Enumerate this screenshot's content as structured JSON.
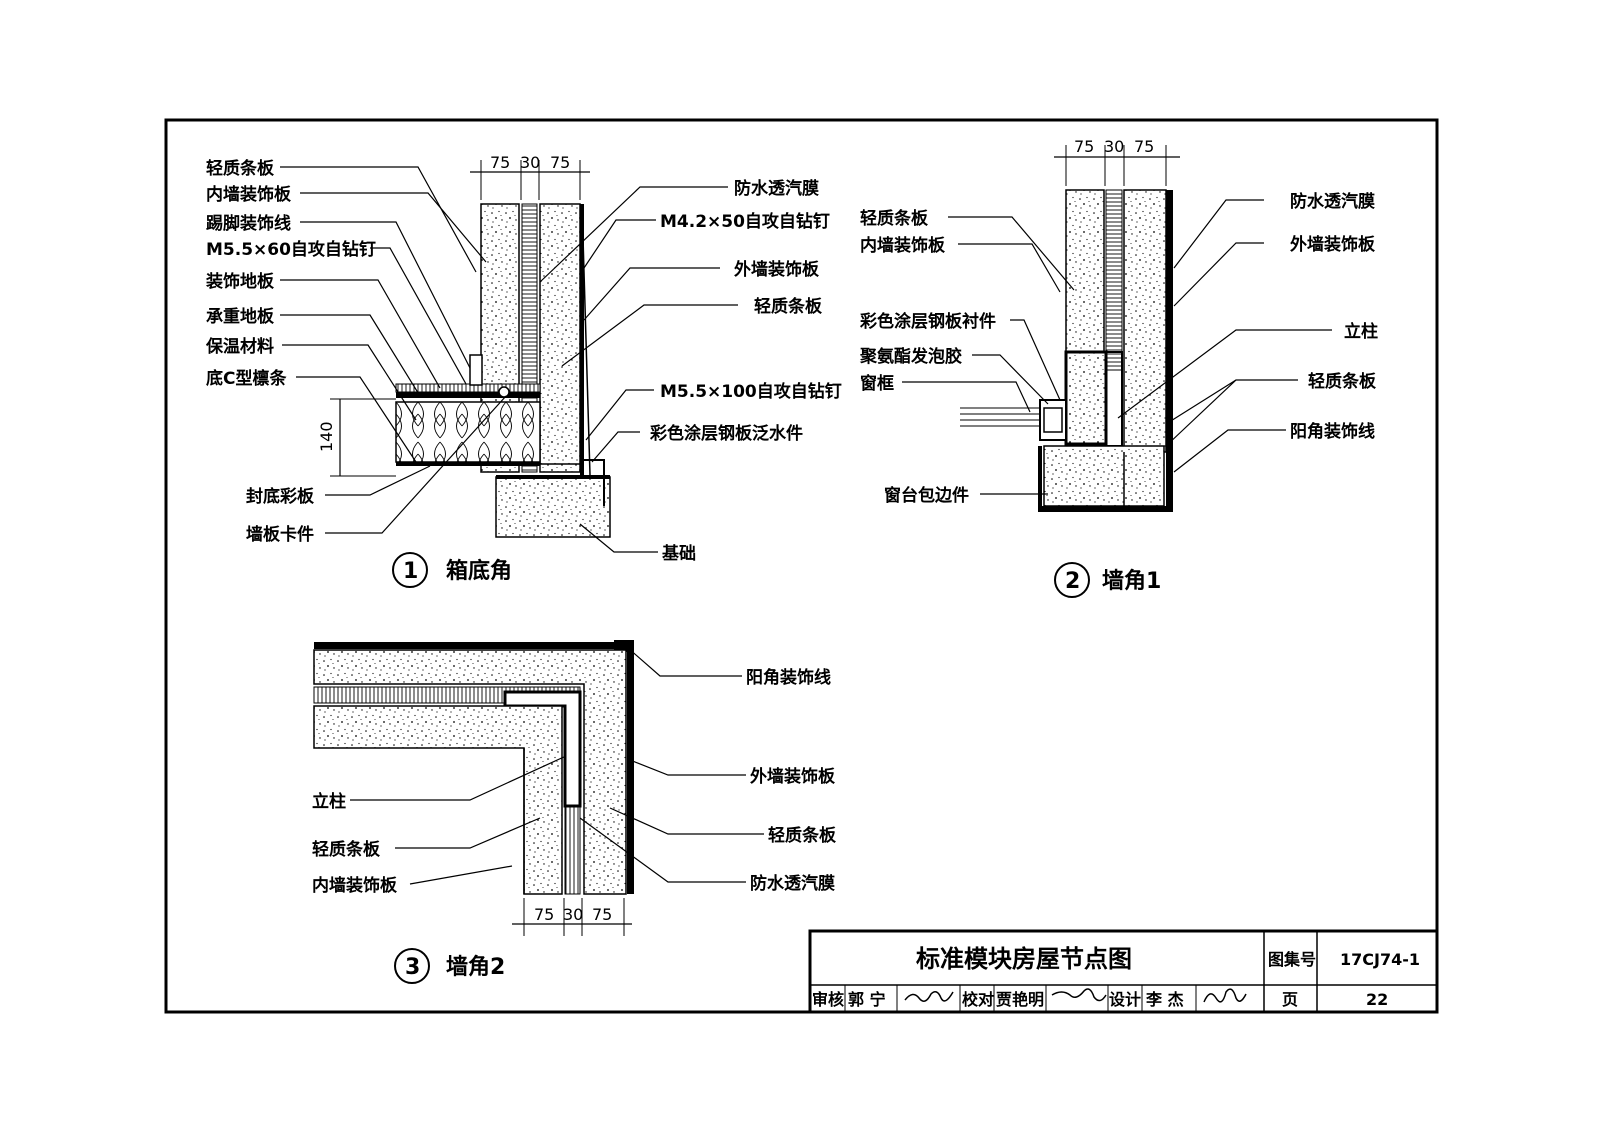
{
  "drawing_title": "标准模块房屋节点图",
  "atlas_label": "图集号",
  "atlas_no": "17CJ74-1",
  "page_label": "页",
  "page_no": "22",
  "signoff": {
    "review_label": "审核",
    "review_name": "郭 宁",
    "check_label": "校对",
    "check_name": "贾艳明",
    "design_label": "设计",
    "design_name": "李 杰"
  },
  "details": [
    {
      "num": "1",
      "title": "箱底角",
      "dims": [
        "75",
        "30",
        "75",
        "140"
      ],
      "labels_left": [
        "轻质条板",
        "内墙装饰板",
        "踢脚装饰线",
        "M5.5×60自攻自钻钉",
        "装饰地板",
        "承重地板",
        "保温材料",
        "底C型檩条",
        "封底彩板",
        "墙板卡件"
      ],
      "labels_right": [
        "防水透汽膜",
        "M4.2×50自攻自钻钉",
        "外墙装饰板",
        "轻质条板",
        "M5.5×100自攻自钻钉",
        "彩色涂层钢板泛水件",
        "基础"
      ]
    },
    {
      "num": "2",
      "title": "墙角1",
      "dims": [
        "75",
        "30",
        "75"
      ],
      "labels_left": [
        "轻质条板",
        "内墙装饰板",
        "彩色涂层钢板衬件",
        "聚氨酯发泡胶",
        "窗框",
        "窗台包边件"
      ],
      "labels_right": [
        "防水透汽膜",
        "外墙装饰板",
        "立柱",
        "轻质条板",
        "阳角装饰线"
      ]
    },
    {
      "num": "3",
      "title": "墙角2",
      "dims": [
        "75",
        "30",
        "75"
      ],
      "labels_left": [
        "立柱",
        "轻质条板",
        "内墙装饰板"
      ],
      "labels_right": [
        "阳角装饰线",
        "外墙装饰板",
        "轻质条板",
        "防水透汽膜"
      ]
    }
  ]
}
